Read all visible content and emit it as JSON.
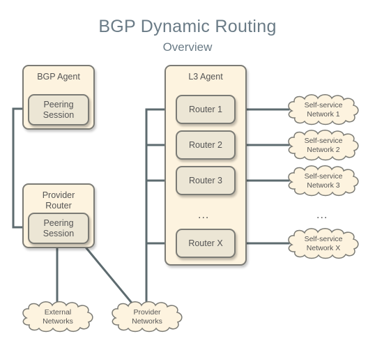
{
  "title": "BGP Dynamic Routing",
  "subtitle": "Overview",
  "bgp_agent": {
    "label": "BGP Agent",
    "session": [
      "Peering",
      "Session"
    ]
  },
  "provider_router": {
    "label": [
      "Provider",
      "Router"
    ],
    "session": [
      "Peering",
      "Session"
    ]
  },
  "l3_agent": {
    "label": "L3 Agent",
    "routers": [
      "Router 1",
      "Router 2",
      "Router 3",
      "Router X"
    ],
    "ellipsis": "..."
  },
  "networks": [
    [
      "Self-service",
      "Network 1"
    ],
    [
      "Self-service",
      "Network 2"
    ],
    [
      "Self-service",
      "Network 3"
    ],
    [
      "Self-service",
      "Network X"
    ]
  ],
  "networks_ellipsis": "...",
  "external_networks": [
    "External",
    "Networks"
  ],
  "provider_networks": [
    "Provider",
    "Networks"
  ],
  "colors": {
    "line": "#5d6b6f",
    "outer_fill": "#fdf3df",
    "inner_fill": "#ece6d5",
    "border": "#7b7b75",
    "title": "#6a7b86"
  }
}
